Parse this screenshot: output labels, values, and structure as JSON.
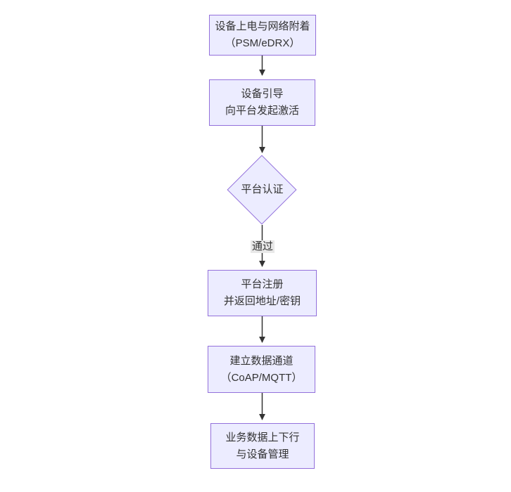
{
  "flowchart": {
    "nodes": [
      {
        "lines": [
          "设备上电与网络附着",
          "（PSM/eDRX）"
        ]
      },
      {
        "lines": [
          "设备引导",
          "向平台发起激活"
        ]
      },
      {
        "lines": [
          "平台认证"
        ]
      },
      {
        "lines": [
          "平台注册",
          "并返回地址/密钥"
        ]
      },
      {
        "lines": [
          "建立数据通道",
          "（CoAP/MQTT）"
        ]
      },
      {
        "lines": [
          "业务数据上下行",
          "与设备管理"
        ]
      }
    ],
    "edge_labels": [
      {
        "text": "通过"
      }
    ],
    "colors": {
      "node_fill": "#ECECFF",
      "node_border": "#9370DB",
      "edge_stroke": "#333333",
      "edge_label_bg": "#e8e8e8",
      "text": "#333333",
      "background": "#ffffff"
    }
  }
}
